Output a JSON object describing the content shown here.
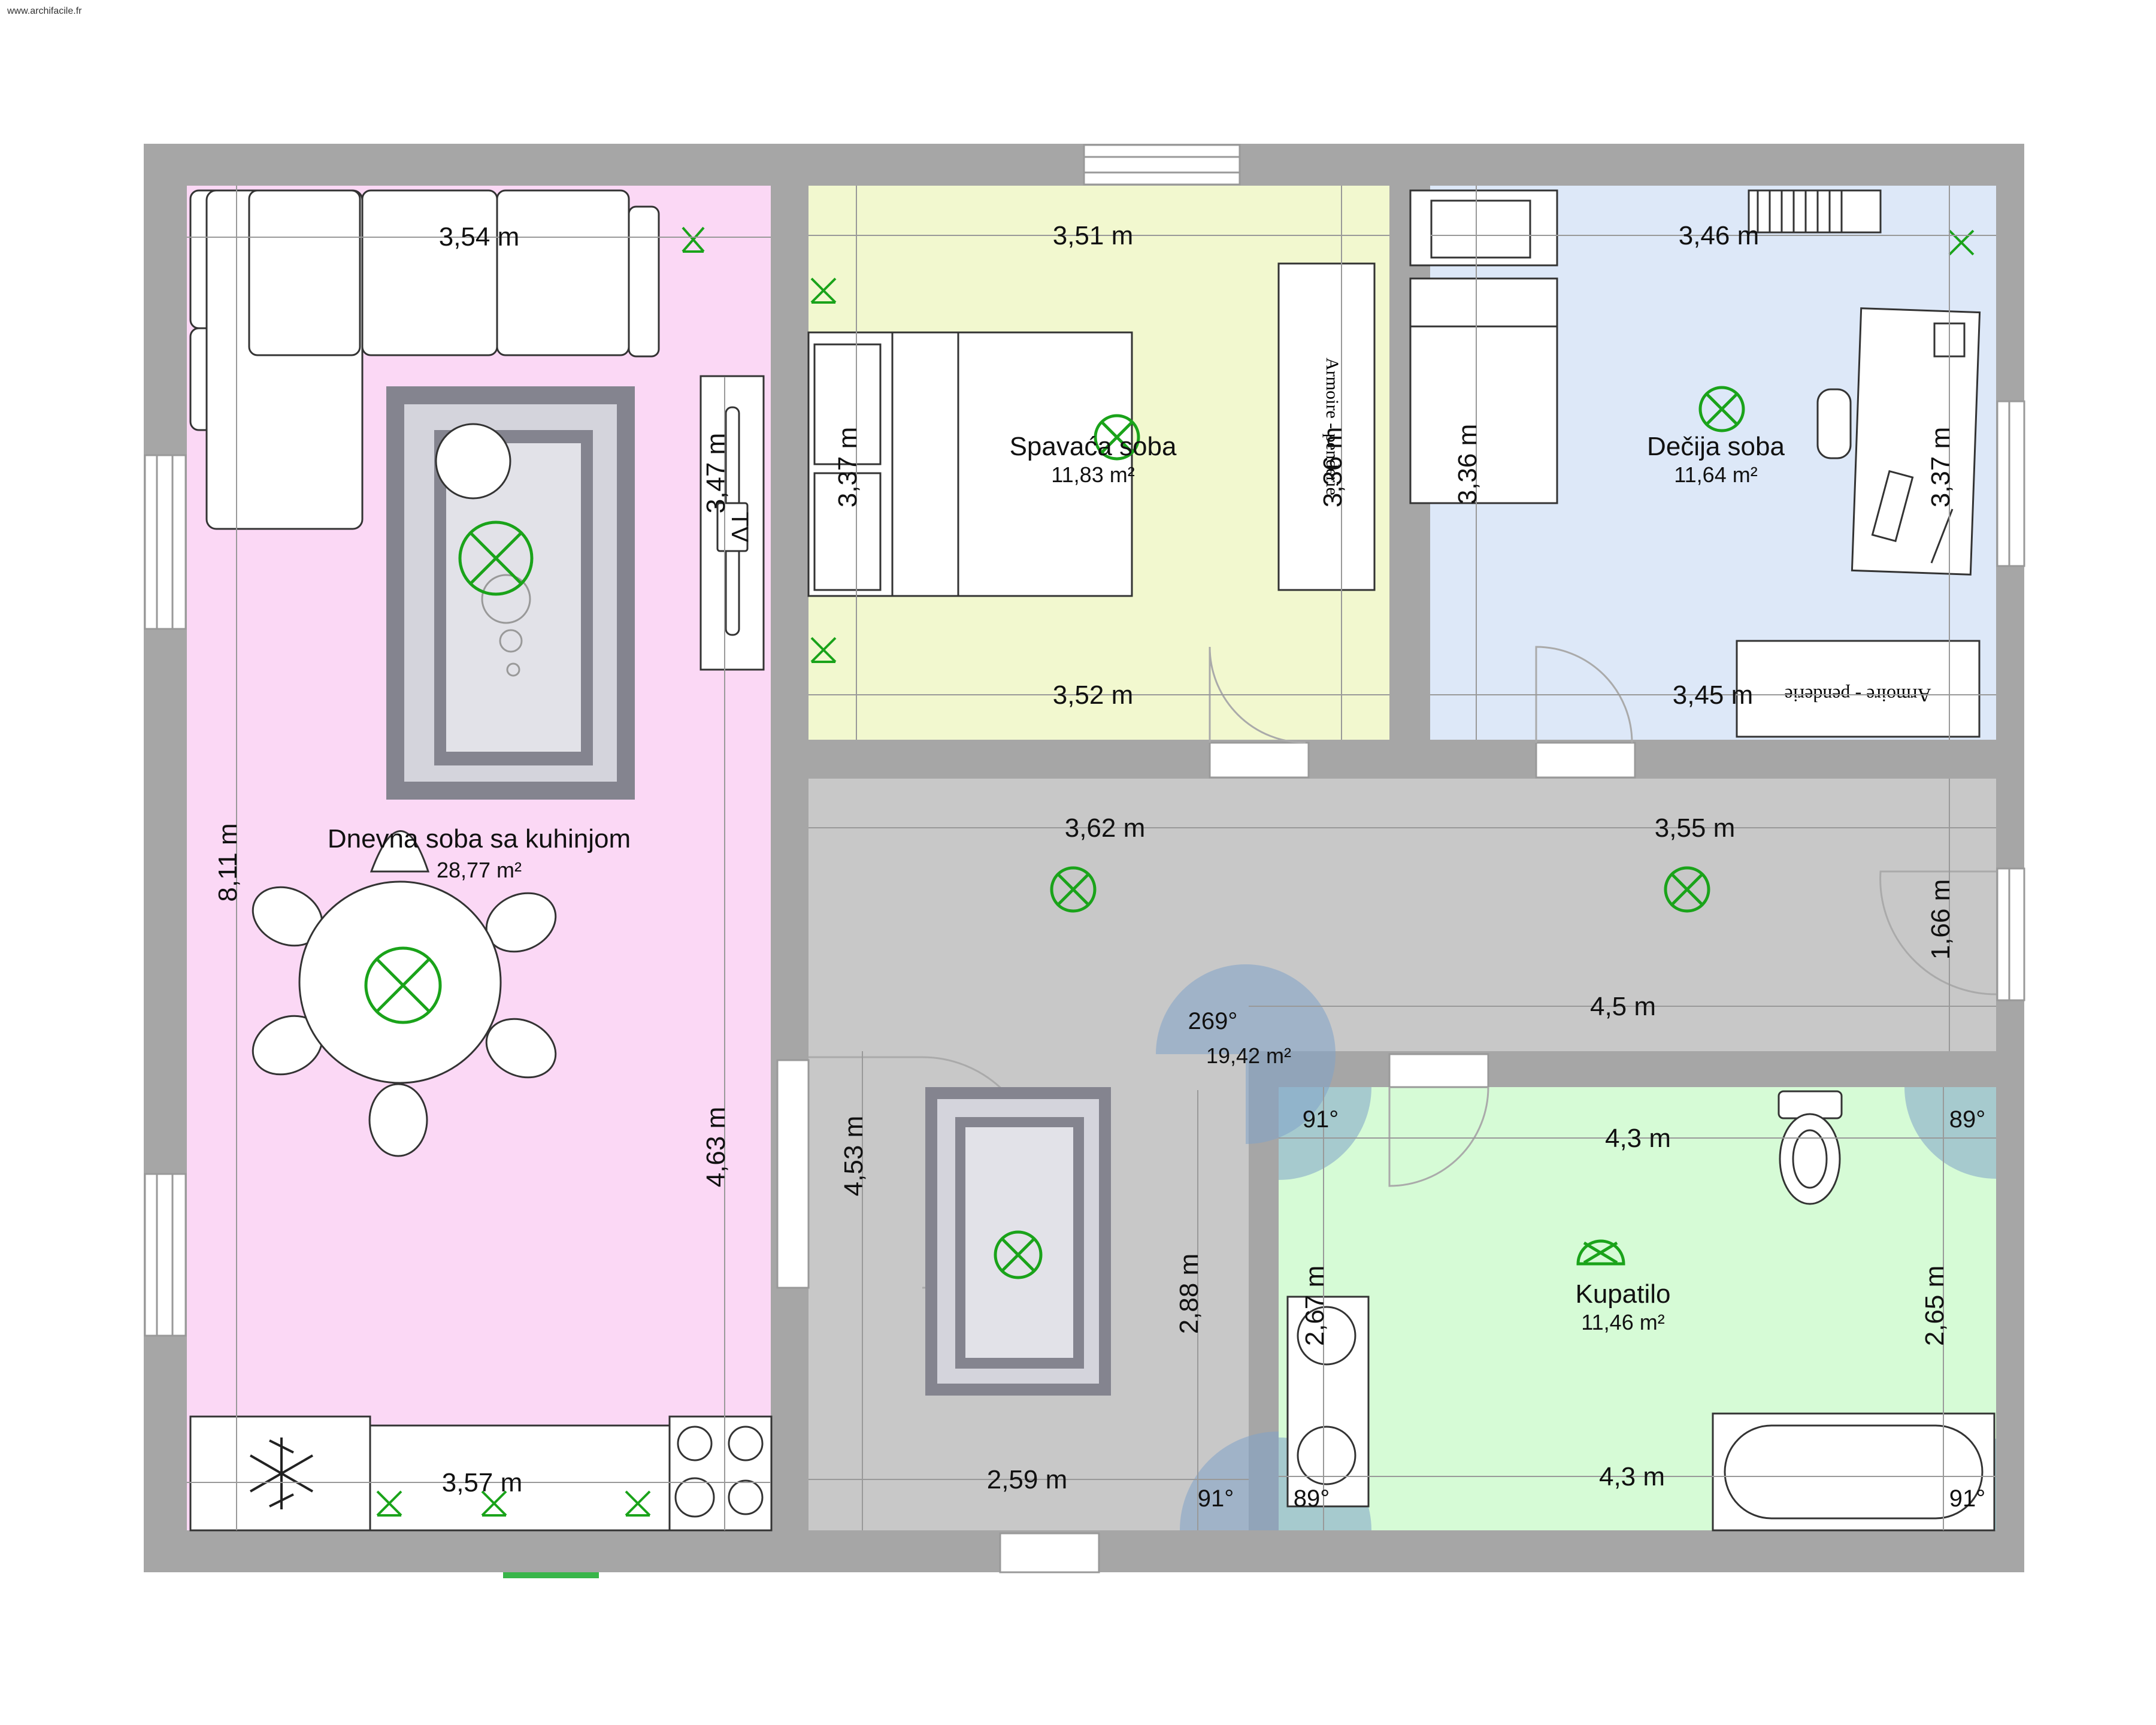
{
  "credit": "www.archifacile.fr",
  "colors": {
    "wall": "#a6a6a6",
    "living": "#fbd8f5",
    "bedroom": "#f2f8cf",
    "kids": "#dde8f8",
    "hall": "#c8c8c8",
    "bathroom": "#d6fbd6",
    "light_fixture": "#1aa31a",
    "furniture_fill": "#ffffff",
    "furniture_stroke": "#333333",
    "rug_dark": "#84848f",
    "rug_light": "#d4d4dc",
    "angle_marker": "#7fa3c8"
  },
  "rooms": {
    "living": {
      "name": "Dnevna soba sa kuhinjom",
      "area": "28,77 m²"
    },
    "bedroom": {
      "name": "Spavaća soba",
      "area": "11,83 m²"
    },
    "kids": {
      "name": "Dečija soba",
      "area": "11,64 m²"
    },
    "hall": {
      "area": "19,42 m²"
    },
    "bathroom": {
      "name": "Kupatilo",
      "area": "11,46 m²"
    }
  },
  "furniture": {
    "tv": "TV",
    "wardrobe_bedroom": "Armoire - penderie",
    "wardrobe_kids": "Armoire - penderie"
  },
  "icons": [
    "light-fixture-icon",
    "wall-light-icon",
    "snowflake-icon",
    "sofa-icon",
    "bed-icon",
    "desk-icon",
    "toilet-icon",
    "bathtub-icon",
    "sink-icon",
    "stove-icon",
    "rug-icon",
    "door-icon",
    "window-icon"
  ],
  "dimensions": {
    "living_top": "3,54 m",
    "living_height": "8,11 m",
    "living_tv_wall": "3,47 m",
    "living_lower": "4,63 m",
    "living_kitchen": "3,57 m",
    "bedroom_top": "3,51 m",
    "bedroom_bottom": "3,52 m",
    "bedroom_left": "3,37 m",
    "bedroom_right": "3,36 m",
    "kids_top": "3,46 m",
    "kids_bottom": "3,45 m",
    "kids_left": "3,36 m",
    "kids_right": "3,37 m",
    "hall_left": "3,62 m",
    "hall_right": "3,55 m",
    "hall_side": "1,66 m",
    "hall_lower": "4,5 m",
    "hall_vertical": "4,53 m",
    "hall_small": "2,88 m",
    "hall_bottom": "2,59 m",
    "bath_top": "4,3 m",
    "bath_bottom": "4,3 m",
    "bath_left": "2,67 m",
    "bath_right": "2,65 m"
  },
  "angles": {
    "hall_big": "269°",
    "bath_top_left": "91°",
    "bath_top_right": "89°",
    "bath_bottom_left": "89°",
    "bath_bottom_right": "91°",
    "hall_bottom_right": "91°"
  }
}
